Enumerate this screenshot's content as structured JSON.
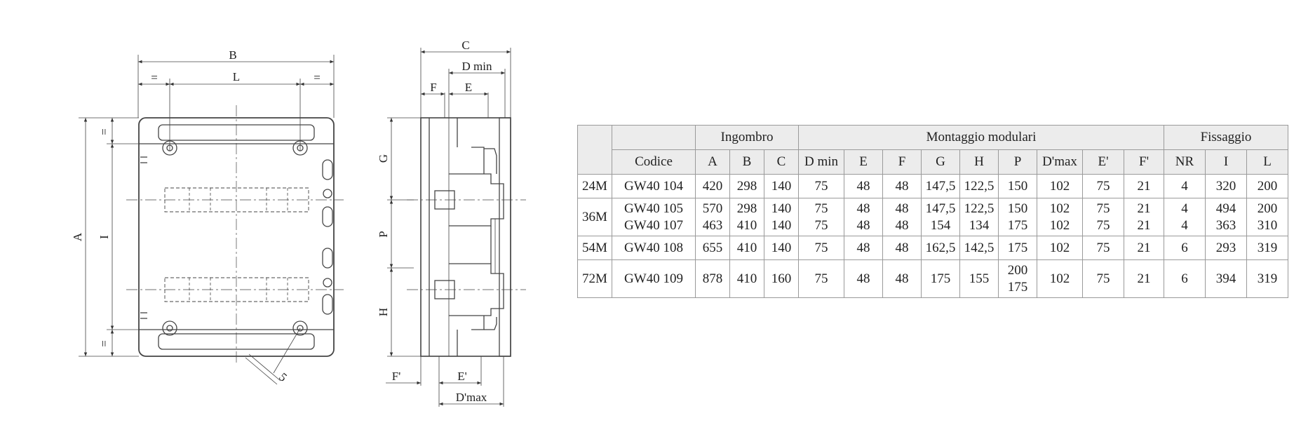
{
  "drawing": {
    "front": {
      "B": "B",
      "L": "L",
      "eq": "=",
      "A": "A",
      "I": "I",
      "five": "5"
    },
    "side": {
      "C": "C",
      "Dmin": "D min",
      "F": "F",
      "E": "E",
      "G": "G",
      "P": "P",
      "H": "H",
      "Fp": "F'",
      "Ep": "E'",
      "Dmax": "D'max"
    }
  },
  "table": {
    "groups": {
      "ingombro": "Ingombro",
      "montaggio": "Montaggio modulari",
      "fissaggio": "Fissaggio"
    },
    "columns": {
      "codice": "Codice",
      "A": "A",
      "B": "B",
      "C": "C",
      "Dmin": "D min",
      "E": "E",
      "F": "F",
      "G": "G",
      "H": "H",
      "P": "P",
      "Dmax": "D'max",
      "Ep": "E'",
      "Fp": "F'",
      "NR": "NR",
      "I": "I",
      "L": "L"
    },
    "rows": [
      {
        "size": "24M",
        "codice": [
          "GW40 104"
        ],
        "A": [
          "420"
        ],
        "B": [
          "298"
        ],
        "C": [
          "140"
        ],
        "Dmin": [
          "75"
        ],
        "E": [
          "48"
        ],
        "F": [
          "48"
        ],
        "G": [
          "147,5"
        ],
        "H": [
          "122,5"
        ],
        "P": [
          "150"
        ],
        "Dmax": [
          "102"
        ],
        "Ep": [
          "75"
        ],
        "Fp": [
          "21"
        ],
        "NR": [
          "4"
        ],
        "I": [
          "320"
        ],
        "L": [
          "200"
        ]
      },
      {
        "size": "36M",
        "codice": [
          "GW40 105",
          "GW40 107"
        ],
        "A": [
          "570",
          "463"
        ],
        "B": [
          "298",
          "410"
        ],
        "C": [
          "140",
          "140"
        ],
        "Dmin": [
          "75",
          "75"
        ],
        "E": [
          "48",
          "48"
        ],
        "F": [
          "48",
          "48"
        ],
        "G": [
          "147,5",
          "154"
        ],
        "H": [
          "122,5",
          "134"
        ],
        "P": [
          "150",
          "175"
        ],
        "Dmax": [
          "102",
          "102"
        ],
        "Ep": [
          "75",
          "75"
        ],
        "Fp": [
          "21",
          "21"
        ],
        "NR": [
          "4",
          "4"
        ],
        "I": [
          "494",
          "363"
        ],
        "L": [
          "200",
          "310"
        ]
      },
      {
        "size": "54M",
        "codice": [
          "GW40 108"
        ],
        "A": [
          "655"
        ],
        "B": [
          "410"
        ],
        "C": [
          "140"
        ],
        "Dmin": [
          "75"
        ],
        "E": [
          "48"
        ],
        "F": [
          "48"
        ],
        "G": [
          "162,5"
        ],
        "H": [
          "142,5"
        ],
        "P": [
          "175"
        ],
        "Dmax": [
          "102"
        ],
        "Ep": [
          "75"
        ],
        "Fp": [
          "21"
        ],
        "NR": [
          "6"
        ],
        "I": [
          "293"
        ],
        "L": [
          "319"
        ]
      },
      {
        "size": "72M",
        "codice": [
          "GW40 109"
        ],
        "A": [
          "878"
        ],
        "B": [
          "410"
        ],
        "C": [
          "160"
        ],
        "Dmin": [
          "75"
        ],
        "E": [
          "48"
        ],
        "F": [
          "48"
        ],
        "G": [
          "175"
        ],
        "H": [
          "155"
        ],
        "P": [
          "200",
          "175"
        ],
        "Dmax": [
          "102"
        ],
        "Ep": [
          "75"
        ],
        "Fp": [
          "21"
        ],
        "NR": [
          "6"
        ],
        "I": [
          "394"
        ],
        "L": [
          "319"
        ]
      }
    ]
  }
}
